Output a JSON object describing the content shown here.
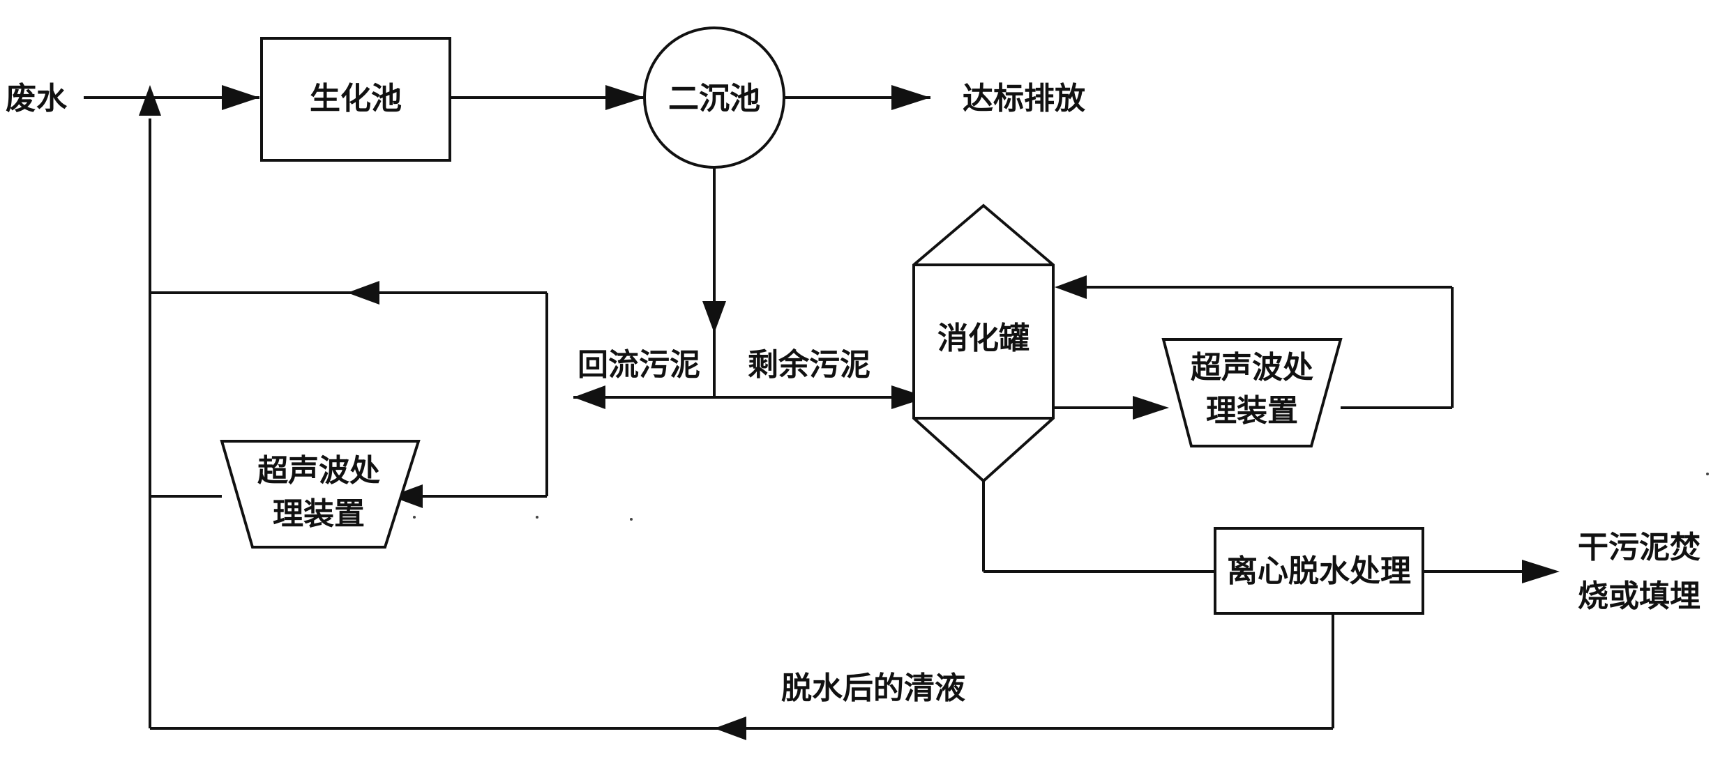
{
  "labels": {
    "wastewater": "废水",
    "bio_tank": "生化池",
    "secondary_clarifier": "二沉池",
    "discharge": "达标排放",
    "return_sludge": "回流污泥",
    "excess_sludge": "剩余污泥",
    "digester": "消化罐",
    "ultrasonic_left_line1": "超声波处",
    "ultrasonic_left_line2": "理装置",
    "ultrasonic_right_line1": "超声波处",
    "ultrasonic_right_line2": "理装置",
    "centrifuge": "离心脱水处理",
    "disposal_line1": "干污泥焚",
    "disposal_line2": "烧或填埋",
    "clear_liquid": "脱水后的清液"
  }
}
